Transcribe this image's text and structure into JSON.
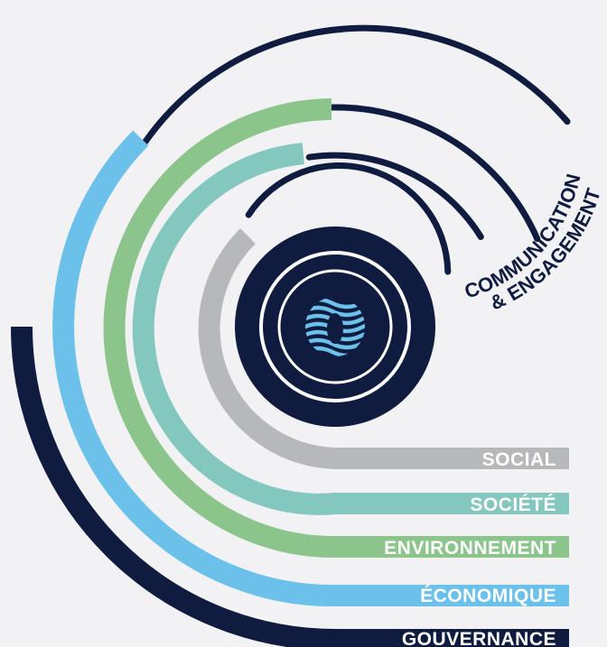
{
  "diagram": {
    "communication": {
      "line1": "COMMUNICATION",
      "line2": "& ENGAGEMENT"
    },
    "bands": [
      {
        "label": "SOCIAL",
        "color": "#b7b8ba"
      },
      {
        "label": "SOCIÉTÉ",
        "color": "#84c7be"
      },
      {
        "label": "ENVIRONNEMENT",
        "color": "#8cc58b"
      },
      {
        "label": "ÉCONOMIQUE",
        "color": "#6cc1ea"
      },
      {
        "label": "GOUVERNANCE",
        "color": "#0f1c3f"
      }
    ],
    "colors": {
      "navy": "#0f1c3f",
      "background": "#f2f2f4",
      "logo_light": "#6cc1ea"
    },
    "center_logo_icon": "wave-circle-logo-icon"
  }
}
